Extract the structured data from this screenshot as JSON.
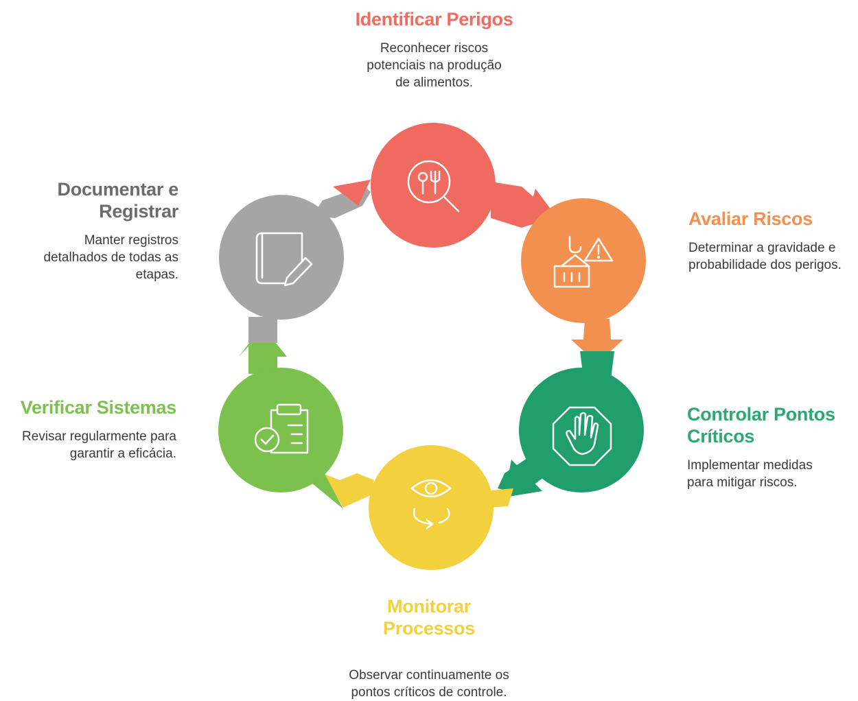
{
  "colors": {
    "identify": "#ef6b5f",
    "evaluate": "#f2904f",
    "control": "#1f9e6b",
    "monitor": "#f2d03e",
    "verify": "#7cc04d",
    "document": "#a5a5a5",
    "description_text": "#3a3a3a"
  },
  "steps": {
    "identify": {
      "title": "Identificar Perigos",
      "description": "Reconhecer riscos potenciais na produção de alimentos.",
      "icon": "food-search-icon"
    },
    "evaluate": {
      "title": "Avaliar Riscos",
      "description": "Determinar a gravidade e probabilidade dos perigos.",
      "icon": "cargo-warning-icon"
    },
    "control": {
      "title": "Controlar Pontos Críticos",
      "description": "Implementar medidas para mitigar riscos.",
      "icon": "stop-hand-icon"
    },
    "monitor": {
      "title": "Monitorar Processos",
      "description": "Observar continuamente os pontos críticos de controle.",
      "icon": "eye-cycle-icon"
    },
    "verify": {
      "title": "Verificar Sistemas",
      "description": "Revisar regularmente para garantir a eficácia.",
      "icon": "clipboard-check-icon"
    },
    "document": {
      "title": "Documentar e Registrar",
      "description": "Manter registros detalhados de todas as etapas.",
      "icon": "book-pencil-icon"
    }
  }
}
